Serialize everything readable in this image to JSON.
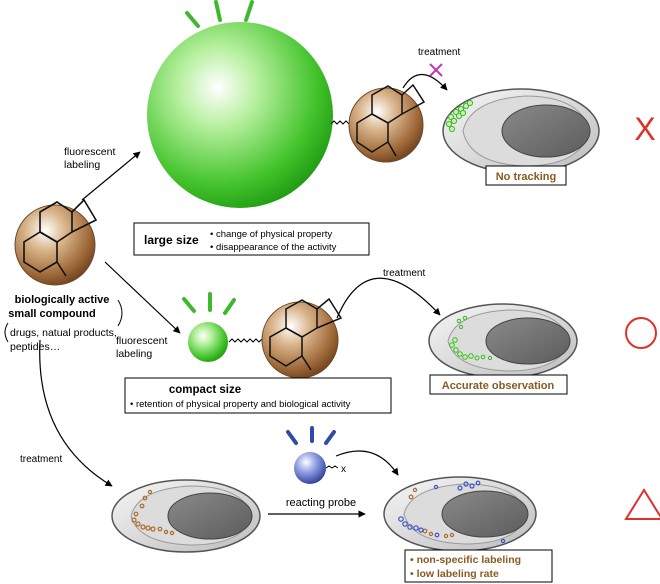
{
  "compound": {
    "title_line1": "biologically active",
    "title_line2": "small compound",
    "examples_line1": "drugs, natual products,",
    "examples_line2": "peptides…"
  },
  "top": {
    "arrow_label_line1": "fluorescent",
    "arrow_label_line2": "labeling",
    "treatment_label": "treatment",
    "box_title": "large size",
    "box_bullet1": "• change of physical property",
    "box_bullet2": "• disappearance of the activity",
    "result": "No tracking",
    "mark": "X"
  },
  "middle": {
    "arrow_label_line1": "fluorescent",
    "arrow_label_line2": "labeling",
    "treatment_label": "treatment",
    "box_title": "compact size",
    "box_bullet1": "• retention of physical property and biological activity",
    "result": "Accurate observation"
  },
  "bottom": {
    "treatment_label": "treatment",
    "probe_label": "reacting probe",
    "probe_x": "x",
    "result_line1": "• non-specific labeling",
    "result_line2": "• low labeling rate"
  },
  "colors": {
    "green": "#3fb82e",
    "brown": "#8a5a2e",
    "result_text": "#8a5a20",
    "red_mark": "#e0302a",
    "blue": "#2f4aa8",
    "cross_magenta": "#c43bb0"
  }
}
